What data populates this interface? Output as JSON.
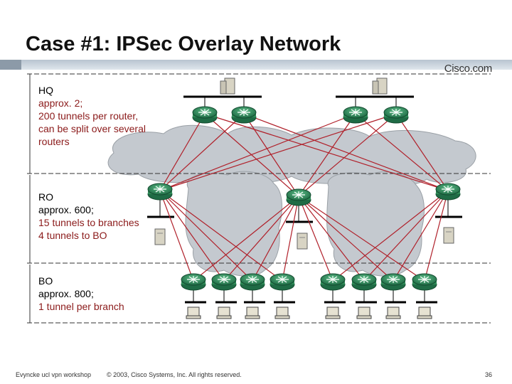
{
  "title": "Case #1: IPSec Overlay Network",
  "brand": "Cisco.com",
  "sections": {
    "hq": {
      "name": "HQ",
      "lines": [
        "approx. 2;",
        "200 tunnels per router,",
        "can be split over several",
        "routers"
      ]
    },
    "ro": {
      "name": "RO",
      "lines": [
        "approx. 600;",
        "15 tunnels to branches",
        "4 tunnels to BO"
      ]
    },
    "bo": {
      "name": "BO",
      "lines": [
        "approx. 800;",
        "1 tunnel per branch"
      ]
    }
  },
  "footer": {
    "left": "Evyncke ucl vpn workshop",
    "center": "© 2003, Cisco Systems, Inc. All rights reserved.",
    "page": "36"
  },
  "colors": {
    "tunnel": "#b0202a",
    "router": "#2e8b57",
    "cloud": "#c4c9cf",
    "red_text": "#8b1a1a"
  }
}
